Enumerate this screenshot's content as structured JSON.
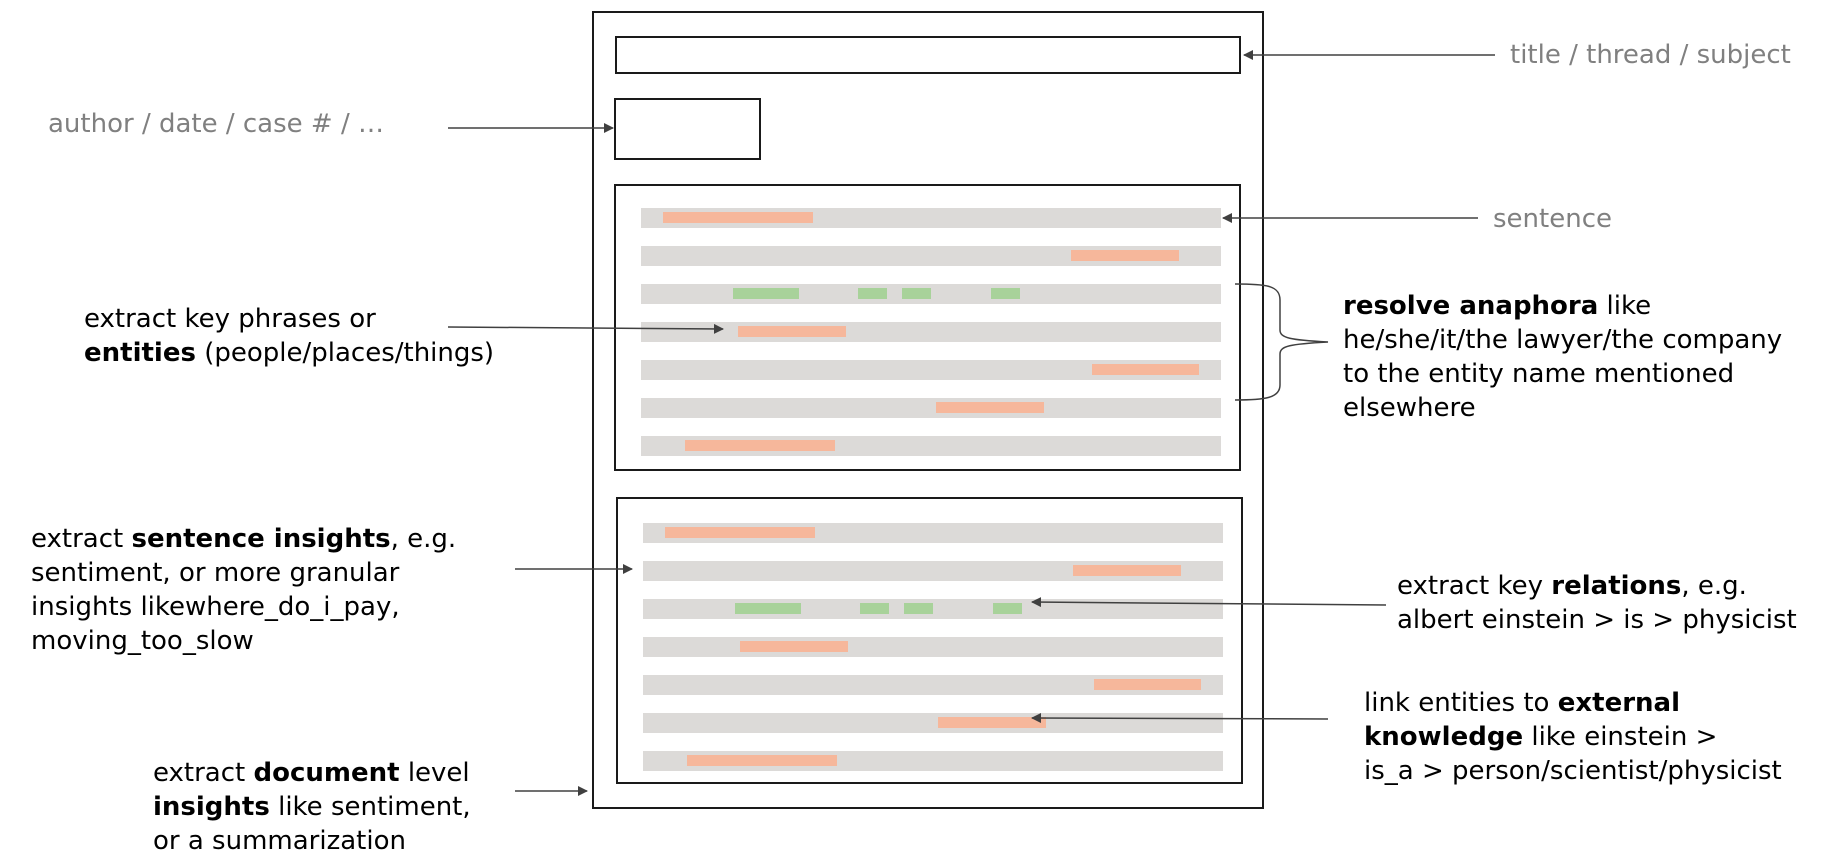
{
  "labels": {
    "title_label": "title / thread / subject",
    "meta_label": "author / date / case # / …",
    "sentence_label": "sentence",
    "key_phrases": {
      "line1": "extract key phrases or",
      "line2_bold": "entities",
      "line2_rest": " (people/places/things)"
    },
    "anaphora": {
      "line1_bold": "resolve anaphora",
      "line1_rest": " like",
      "line2": "he/she/it/the lawyer/the company",
      "line3": "to the entity name mentioned",
      "line4": "elsewhere"
    },
    "sentence_insights": {
      "line1_pre": "extract ",
      "line1_bold": "sentence insights",
      "line1_rest": ", e.g.",
      "line2": "sentiment, or more granular",
      "line3": "insights likewhere_do_i_pay,",
      "line4": "moving_too_slow"
    },
    "relations": {
      "line1_pre": "extract key ",
      "line1_bold": "relations",
      "line1_rest": ", e.g.",
      "line2": "albert einstein > is > physicist"
    },
    "external": {
      "line1_pre": "link entities to ",
      "line1_bold": "external",
      "line2_bold": "knowledge",
      "line2_rest": " like einstein >",
      "line3": "is_a > person/scientist/physicist"
    },
    "document": {
      "line1_pre": "extract ",
      "line1_bold": "document",
      "line1_rest": " level",
      "line2_bold": "insights",
      "line2_rest": " like sentiment,",
      "line3": "or a summarization"
    }
  },
  "colors": {
    "frame": "#1a1a1a",
    "sentence_bar": "#dcdad8",
    "entity_highlight": "#f6b79b",
    "relation_highlight": "#a8d29a",
    "arrow": "#404040",
    "muted_text": "#808080"
  }
}
